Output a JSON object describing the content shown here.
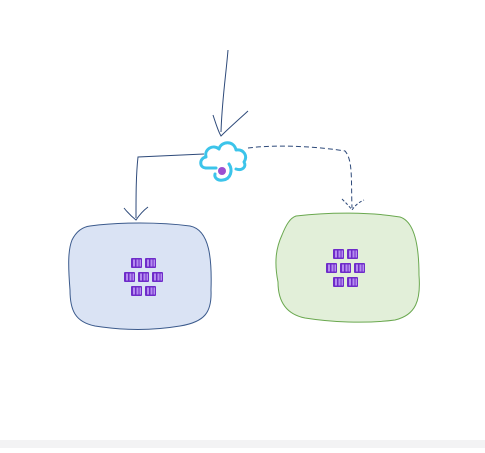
{
  "diagram": {
    "background": "#ffffff",
    "arrow_color": "#2e4a7a",
    "gateway": {
      "icon": "cloud-gateway-icon",
      "stroke_color": "#3cc4ea",
      "dot_color": "#9b4fd0"
    },
    "clusters": [
      {
        "name": "cluster-left",
        "icon": "kubernetes-cluster-icon",
        "fill": "#dae3f4",
        "stroke": "#3b5a8c",
        "cube_dark": "#6e2cc9",
        "cube_light": "#b58cf0"
      },
      {
        "name": "cluster-right",
        "icon": "kubernetes-cluster-icon",
        "fill": "#e2efd9",
        "stroke": "#6aa84f",
        "cube_dark": "#6e2cc9",
        "cube_light": "#b58cf0"
      }
    ],
    "connections": [
      {
        "from": "top",
        "to": "gateway",
        "style": "solid"
      },
      {
        "from": "gateway",
        "to": "cluster-left",
        "style": "solid"
      },
      {
        "from": "gateway",
        "to": "cluster-right",
        "style": "dashed"
      }
    ]
  }
}
